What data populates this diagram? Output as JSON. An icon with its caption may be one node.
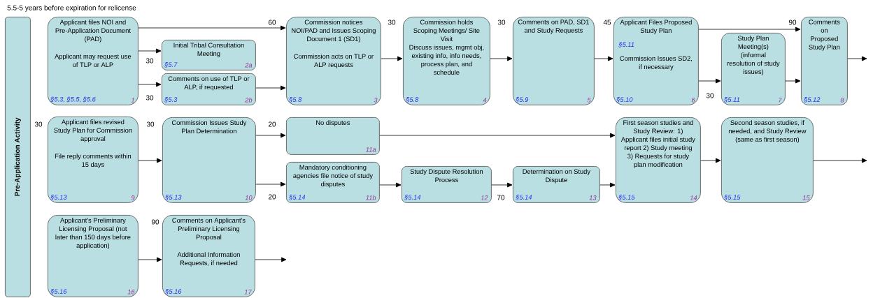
{
  "diagram": {
    "title": "5.5-5 years before expiration for relicense",
    "nodes": [
      {
        "text": [
          "Pre-Application Activity"
        ]
      },
      {
        "text": [
          "Applicant files NOI and Pre-Application Document (PAD)",
          "Applicant may request use of TLP or ALP",
          "§5.3, §5.5, §5.6",
          "1"
        ]
      },
      {
        "text": [
          "Initial Tribal Consultation Meeting",
          "§5.7",
          "2a"
        ]
      },
      {
        "text": [
          "Comments on use of TLP or ALP, if requested",
          "§5.3",
          "2b"
        ]
      },
      {
        "text": [
          "Commission notices NOI/PAD and Issues Scoping Document 1 (SD1)",
          "Commission acts on TLP or ALP requests",
          "§5.8",
          "3"
        ]
      },
      {
        "text": [
          "Commission holds Scoping Meetings/ Site Visit",
          "Discuss issues, mgmt obj, existing info, info needs, process plan, and schedule",
          "§5.8",
          "4"
        ]
      },
      {
        "text": [
          "Comments on PAD, SD1 and Study Requests",
          "§5.9",
          "5"
        ]
      },
      {
        "text": [
          "Applicant Files Proposed Study Plan",
          "§5.11",
          "Commission Issues SD2, if necessary",
          "§5.10",
          "6"
        ]
      },
      {
        "text": [
          "Study Plan Meeting(s) (informal resolution of study issues)",
          "§5.11",
          "7"
        ]
      },
      {
        "text": [
          "Comments on Proposed Study Plan",
          "§5.12",
          "8"
        ]
      },
      {
        "text": [
          "Applicant files revised Study Plan for Commission approval",
          "File reply comments within 15 days",
          "§5.13",
          "9"
        ]
      },
      {
        "text": [
          "Commission Issues Study Plan Determination",
          "§5.13",
          "10"
        ]
      },
      {
        "text": [
          "No disputes",
          "11a"
        ]
      },
      {
        "text": [
          "Mandatory conditioning agencies file notice of study disputes",
          "§5.14",
          "11b"
        ]
      },
      {
        "text": [
          "Study Dispute Resolution Process",
          "§5.14",
          "12"
        ]
      },
      {
        "text": [
          "Determination on Study Dispute",
          "§5.14",
          "13"
        ]
      },
      {
        "text": [
          "First season studies and Study Review: 1) Applicant files initial study report 2) Study meeting 3) Requests for study plan modification",
          "§5.15",
          "14"
        ]
      },
      {
        "text": [
          "Second season studies, if needed, and Study Review (same as first season)",
          "§5.15",
          "15"
        ]
      },
      {
        "text": [
          "Applicant's Preliminary Licensing Proposal (not later than 150 days before application)",
          "§5.16",
          "16"
        ]
      },
      {
        "text": [
          "Comments on Applicant's Preliminary Licensing Proposal",
          "Additional Information Requests, if needed",
          "§5.16",
          "17"
        ]
      }
    ],
    "edges": [
      {
        "from": 1,
        "to": 4,
        "arrow": "to",
        "label": "60"
      },
      {
        "from": 1,
        "to": 2,
        "arrow": "to",
        "label": "30"
      },
      {
        "from": 1,
        "to": 3,
        "arrow": "to",
        "label": "30"
      },
      {
        "from": 3,
        "to": 4,
        "arrow": "to"
      },
      {
        "from": 4,
        "to": 5,
        "arrow": "to",
        "label": "30"
      },
      {
        "from": 5,
        "to": 6,
        "arrow": "to",
        "label": "30"
      },
      {
        "from": 6,
        "to": 7,
        "arrow": "to",
        "label": "45"
      },
      {
        "from": 7,
        "to": 9,
        "arrow": "to",
        "label": "90"
      },
      {
        "from": 7,
        "to": 8,
        "arrow": "to",
        "label": "30"
      },
      {
        "from": 8,
        "to": 9,
        "arrow": "to"
      },
      {
        "from": 9,
        "to": null,
        "arrow": "to"
      },
      {
        "from": 10,
        "to": 11,
        "arrow": "to",
        "label": "30"
      },
      {
        "from": 11,
        "to": 12,
        "arrow": "to",
        "label": "20"
      },
      {
        "from": 11,
        "to": 13,
        "arrow": "to",
        "label": "20"
      },
      {
        "from": 12,
        "to": 16,
        "arrow": "to"
      },
      {
        "from": 13,
        "to": 14,
        "arrow": "to"
      },
      {
        "from": 14,
        "to": 15,
        "arrow": "to",
        "label": "70"
      },
      {
        "from": 15,
        "to": 16,
        "arrow": "to"
      },
      {
        "from": 16,
        "to": 17,
        "arrow": "to"
      },
      {
        "from": 17,
        "to": null,
        "arrow": "to"
      },
      {
        "from": 18,
        "to": 19,
        "arrow": "to",
        "label": "90"
      },
      {
        "from": 19,
        "to": null,
        "arrow": "to"
      }
    ],
    "labels": [
      "30"
    ]
  }
}
